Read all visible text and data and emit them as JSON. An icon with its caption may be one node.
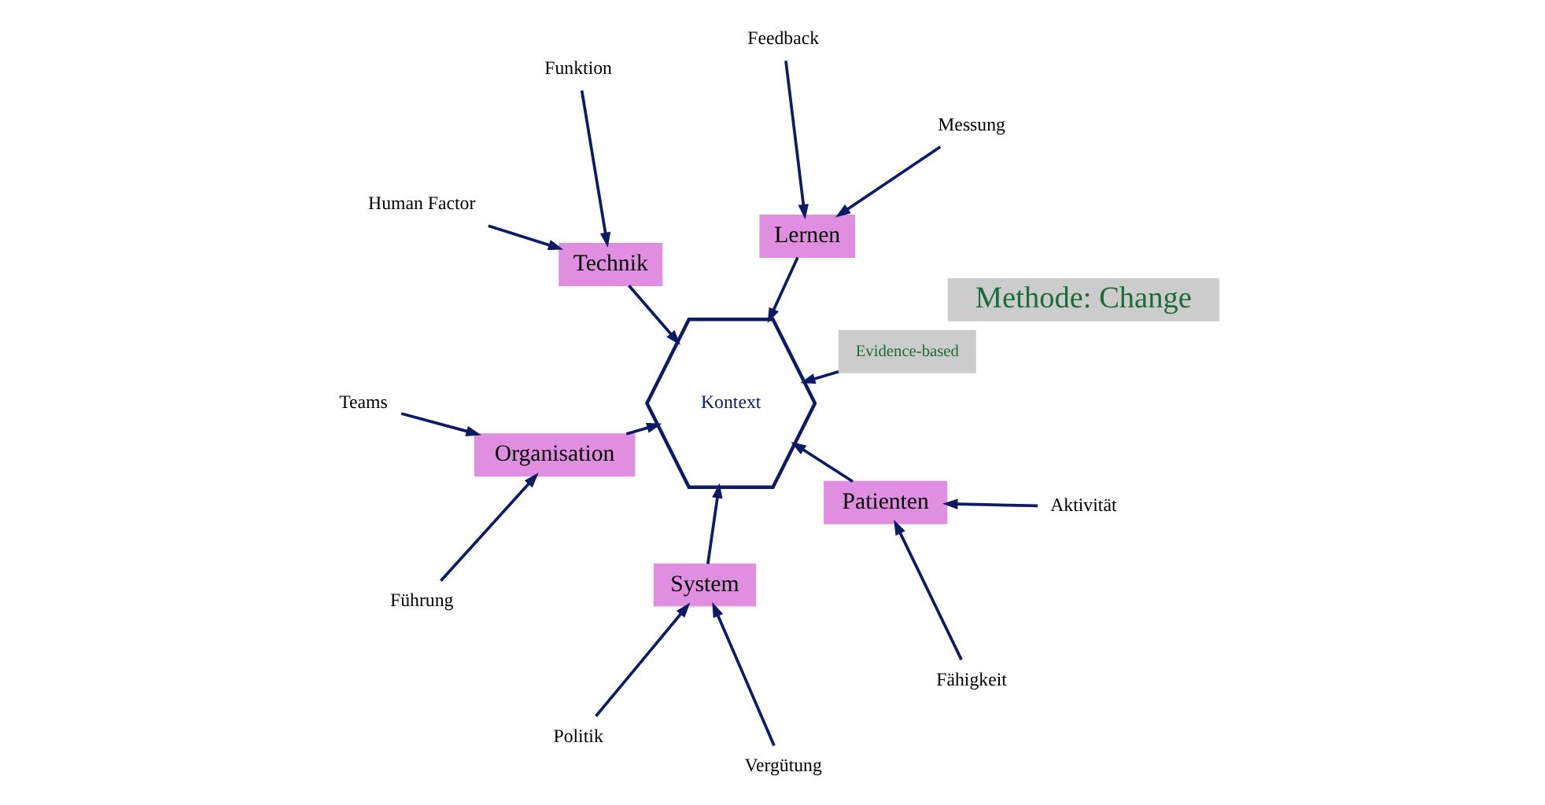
{
  "diagram": {
    "nodes": [
      {
        "text": [
          "Methode: Change"
        ]
      },
      {
        "text": [
          "Evidence-based"
        ]
      },
      {
        "text": [
          "Kontext"
        ]
      },
      {
        "text": [
          "Lernen"
        ]
      },
      {
        "text": [
          "Messung"
        ]
      },
      {
        "text": [
          "Feedback"
        ]
      },
      {
        "text": [
          "Technik"
        ]
      },
      {
        "text": [
          "Funktion"
        ]
      },
      {
        "text": [
          "Human Factor"
        ]
      },
      {
        "text": [
          "Organisation"
        ]
      },
      {
        "text": [
          "Teams"
        ]
      },
      {
        "text": [
          "Führung"
        ]
      },
      {
        "text": [
          "System"
        ]
      },
      {
        "text": [
          "Politik"
        ]
      },
      {
        "text": [
          "Vergütung"
        ]
      },
      {
        "text": [
          "Patienten"
        ]
      },
      {
        "text": [
          "Fähigkeit"
        ]
      },
      {
        "text": [
          "Aktivität"
        ]
      }
    ],
    "edges": [
      {
        "from": 1,
        "to": 2,
        "arrow": "to"
      },
      {
        "from": 3,
        "to": 2,
        "arrow": "to"
      },
      {
        "from": 4,
        "to": 3,
        "arrow": "to"
      },
      {
        "from": 5,
        "to": 3,
        "arrow": "to"
      },
      {
        "from": 6,
        "to": 2,
        "arrow": "to"
      },
      {
        "from": 7,
        "to": 6,
        "arrow": "to"
      },
      {
        "from": 8,
        "to": 6,
        "arrow": "to"
      },
      {
        "from": 9,
        "to": 2,
        "arrow": "to"
      },
      {
        "from": 10,
        "to": 9,
        "arrow": "to"
      },
      {
        "from": 11,
        "to": 9,
        "arrow": "to"
      },
      {
        "from": 12,
        "to": 2,
        "arrow": "to"
      },
      {
        "from": 13,
        "to": 12,
        "arrow": "to"
      },
      {
        "from": 14,
        "to": 12,
        "arrow": "to"
      },
      {
        "from": 15,
        "to": 2,
        "arrow": "to"
      },
      {
        "from": 16,
        "to": 15,
        "arrow": "to"
      },
      {
        "from": 17,
        "to": 15,
        "arrow": "to"
      }
    ]
  }
}
